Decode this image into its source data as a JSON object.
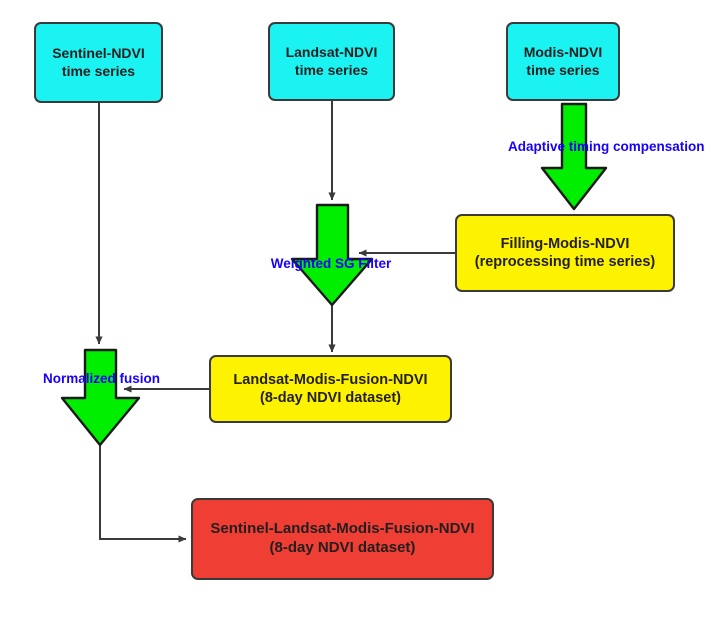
{
  "diagram": {
    "title": "NDVI time series fusion workflow",
    "colors": {
      "source_box": "#1bf2f2",
      "intermediate_box": "#fdf200",
      "output_box": "#ef3e33",
      "process_arrow": "#00ee00",
      "process_label_text": "#1800ff",
      "connector": "#3a3a3a",
      "box_border": "#3a3a3a",
      "background": "#ffffff"
    },
    "nodes": [
      {
        "id": "sentinel-source",
        "line1": "Sentinel-NDVI",
        "line2": "time series",
        "kind": "source"
      },
      {
        "id": "landsat-source",
        "line1": "Landsat-NDVI",
        "line2": "time series",
        "kind": "source"
      },
      {
        "id": "modis-source",
        "line1": "Modis-NDVI",
        "line2": "time series",
        "kind": "source"
      },
      {
        "id": "filling-modis",
        "line1": "Filling-Modis-NDVI",
        "line2": "(reprocessing time series)",
        "kind": "intermediate"
      },
      {
        "id": "landsat-modis-fusion",
        "line1": "Landsat-Modis-Fusion-NDVI",
        "line2": "(8-day NDVI dataset)",
        "kind": "intermediate"
      },
      {
        "id": "sentinel-landsat-modis-fusion",
        "line1": "Sentinel-Landsat-Modis-Fusion-NDVI",
        "line2": "(8-day NDVI dataset)",
        "kind": "output"
      }
    ],
    "process_arrows": [
      {
        "id": "adaptive-timing-compensation",
        "line1": "Adaptive timing",
        "line2": "compensation"
      },
      {
        "id": "weighted-sg-filter",
        "line1": "Weighted SG Filter",
        "line2": ""
      },
      {
        "id": "normalized-fusion",
        "line1": "Normalized",
        "line2": "fusion"
      }
    ]
  }
}
